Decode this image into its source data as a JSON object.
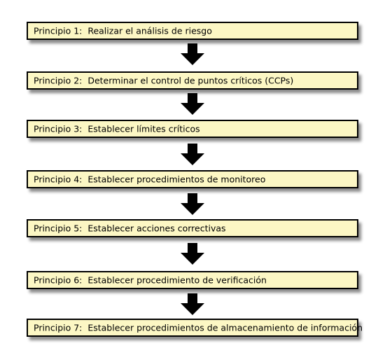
{
  "diagram": {
    "steps": [
      {
        "label": "Principio 1:  Realizar el análisis de riesgo"
      },
      {
        "label": "Principio 2:  Determinar el control de puntos críticos (CCPs)"
      },
      {
        "label": "Principio 3:  Establecer límites críticos"
      },
      {
        "label": "Principio 4:  Establecer procedimientos de monitoreo"
      },
      {
        "label": "Principio 5:  Establecer acciones correctivas"
      },
      {
        "label": "Principio 6:  Establecer procedimiento de verificación"
      },
      {
        "label": "Principio 7:  Establecer procedimientos de almacenamiento de información"
      }
    ],
    "arrow_icon": "down-arrow-icon",
    "colors": {
      "box_fill": "#fcf7c4",
      "box_border": "#000000",
      "arrow": "#000000"
    }
  }
}
